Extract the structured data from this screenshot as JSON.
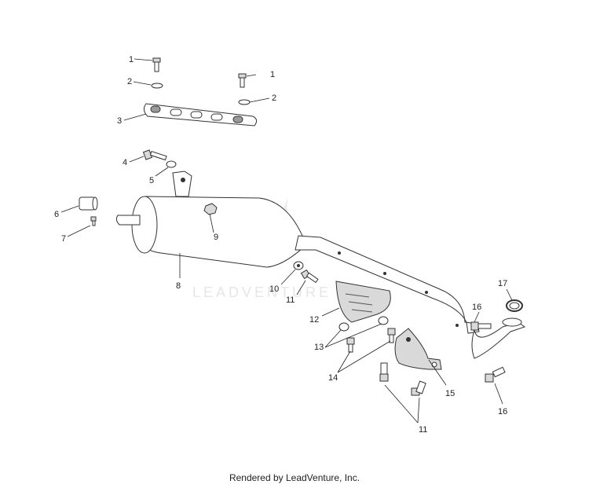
{
  "watermark": "LEADVENTURE",
  "footer": "Rendered by LeadVenture, Inc.",
  "callouts": [
    {
      "id": "1a",
      "label": "1"
    },
    {
      "id": "1b",
      "label": "1"
    },
    {
      "id": "2a",
      "label": "2"
    },
    {
      "id": "2b",
      "label": "2"
    },
    {
      "id": "3",
      "label": "3"
    },
    {
      "id": "4",
      "label": "4"
    },
    {
      "id": "5",
      "label": "5"
    },
    {
      "id": "6",
      "label": "6"
    },
    {
      "id": "7",
      "label": "7"
    },
    {
      "id": "8",
      "label": "8"
    },
    {
      "id": "9",
      "label": "9"
    },
    {
      "id": "10",
      "label": "10"
    },
    {
      "id": "11a",
      "label": "11"
    },
    {
      "id": "11b",
      "label": "11"
    },
    {
      "id": "12",
      "label": "12"
    },
    {
      "id": "13",
      "label": "13"
    },
    {
      "id": "14",
      "label": "14"
    },
    {
      "id": "15",
      "label": "15"
    },
    {
      "id": "16a",
      "label": "16"
    },
    {
      "id": "16b",
      "label": "16"
    },
    {
      "id": "17",
      "label": "17"
    }
  ]
}
